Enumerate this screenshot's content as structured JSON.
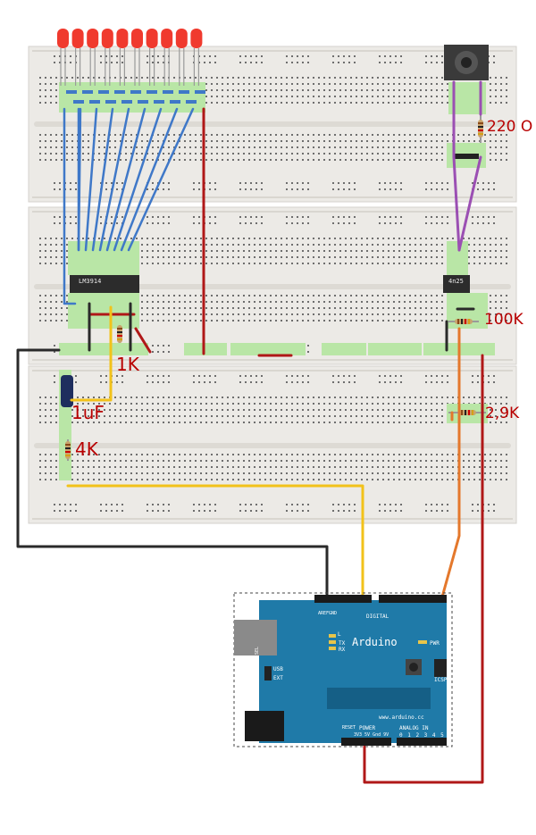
{
  "labels": {
    "r_top": "220 O",
    "r_mid": "100K",
    "r_right": "2,9K",
    "r_1k": "1K",
    "cap": "1uF",
    "r_4k": "4K"
  },
  "chips": {
    "lm": "LM3914",
    "opto": "4n25"
  },
  "arduino": {
    "name": "Arduino",
    "digital": "DIGITAL",
    "power": "POWER",
    "analog": "ANALOG IN",
    "url": "www.arduino.cc",
    "pwr_sel": "PWR SEL",
    "usb": "USB",
    "ext": "EXT",
    "icsp": "ICSP",
    "aref": "AREF",
    "gnd": "GND",
    "tx": "TX",
    "rx": "RX",
    "l": "L",
    "pwr": "PWR",
    "reset": "RESET",
    "power_pins": "3V3 5V Gnd 9V",
    "analog_pins": "0 1 2 3 4 5"
  },
  "colors": {
    "board": "#eceae6",
    "hole": "#6e6e6e",
    "green_pad": "#b9e6a6",
    "led": "#f03a2e",
    "wire_blue": "#3f78c8",
    "wire_red": "#b01818",
    "wire_yellow": "#f2c21a",
    "wire_black": "#2a2a2a",
    "wire_purple": "#9b4fb3",
    "wire_orange": "#e4782c",
    "arduino": "#1f7aa8",
    "label_red": "#b80000"
  }
}
